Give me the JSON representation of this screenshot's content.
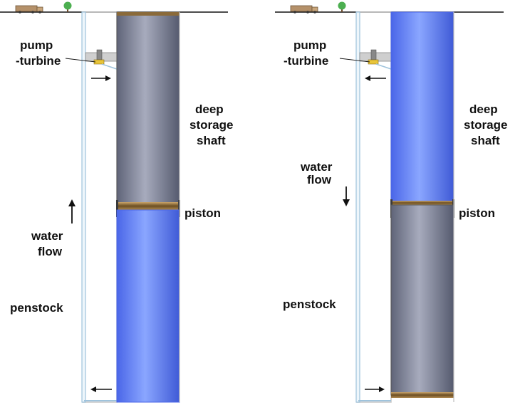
{
  "labels": {
    "pump_turbine_line1": "pump",
    "pump_turbine_line2": "-turbine",
    "deep": "deep",
    "storage": "storage",
    "shaft": "shaft",
    "piston": "piston",
    "water": "water",
    "flow": "flow",
    "penstock": "penstock"
  },
  "panels": [
    {
      "state": "pumping",
      "flow_direction": "up"
    },
    {
      "state": "generating",
      "flow_direction": "down"
    }
  ],
  "colors": {
    "water": "#5b7ff0",
    "piston_body": "#7a7f95",
    "piston_band": "#8a6a3a",
    "penstock": "#9fc3dc",
    "ground": "#111111"
  },
  "icons": [
    "truck-icon",
    "tree-icon",
    "arrow-icon"
  ]
}
